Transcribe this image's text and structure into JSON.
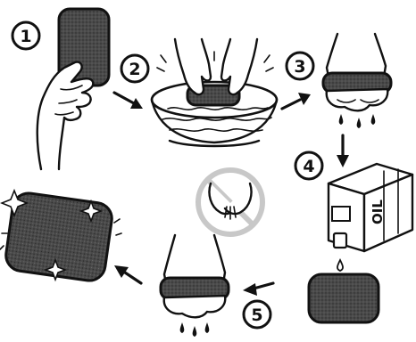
{
  "steps": [
    {
      "number": "1"
    },
    {
      "number": "2"
    },
    {
      "number": "3"
    },
    {
      "number": "4"
    },
    {
      "number": "5"
    }
  ],
  "bottle": {
    "label": "OIL"
  },
  "colors": {
    "ink": "#111111",
    "sponge": "#4a4a4a",
    "prohibited": "#c8c8c8"
  }
}
